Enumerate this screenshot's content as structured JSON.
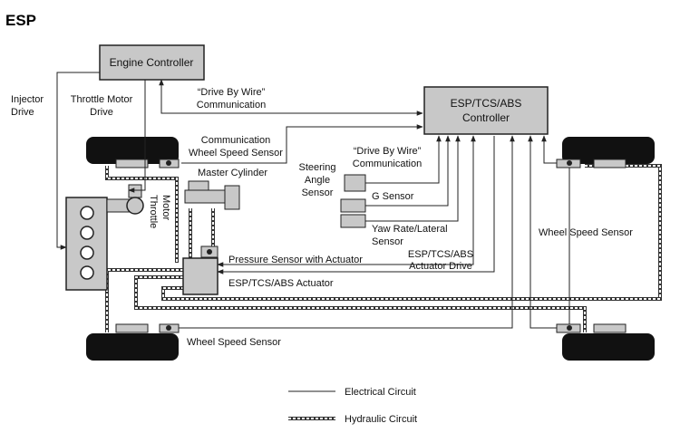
{
  "title": "ESP",
  "colors": {
    "box_fill": "#c8c8c8",
    "tire_fill": "#111111",
    "line": "#222222"
  },
  "labels": {
    "engine_controller": "Engine Controller",
    "esp_controller_line1": "ESP/TCS/ABS",
    "esp_controller_line2": "Controller",
    "injector_drive_line1": "Injector",
    "injector_drive_line2": "Drive",
    "throttle_motor_drive_line1": "Throttle Motor",
    "throttle_motor_drive_line2": "Drive",
    "dbw_top_line1": "“Drive By Wire”",
    "dbw_top_line2": "Communication",
    "comm_wss_line1": "Communication",
    "comm_wss_line2": "Wheel Speed Sensor",
    "master_cylinder": "Master Cylinder",
    "throttle_motor_line1": "Throttle",
    "throttle_motor_line2": "Motor",
    "steering_line1": "Steering",
    "steering_line2": "Angle",
    "steering_line3": "Sensor",
    "dbw_mid_line1": "“Drive By Wire”",
    "dbw_mid_line2": "Communication",
    "g_sensor": "G Sensor",
    "yaw_line1": "Yaw Rate/Lateral",
    "yaw_line2": "Sensor",
    "actuator_drive_line1": "ESP/TCS/ABS",
    "actuator_drive_line2": "Actuator Drive",
    "pressure_sensor": "Pressure Sensor with Actuator",
    "actuator": "ESP/TCS/ABS Actuator",
    "wheel_speed_right": "Wheel Speed Sensor",
    "wheel_speed_bottom": "Wheel Speed Sensor"
  },
  "legend": {
    "electrical": "Electrical Circuit",
    "hydraulic": "Hydraulic Circuit"
  }
}
